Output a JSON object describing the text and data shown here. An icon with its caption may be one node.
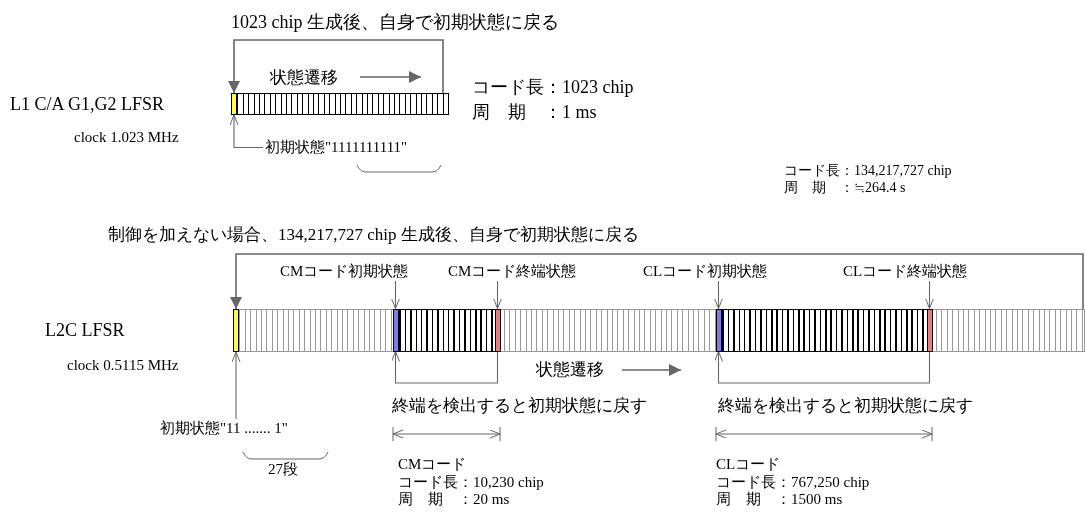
{
  "diagram": {
    "nodes": [
      {
        "text": [],
        "shape": "bar",
        "beside": [
          "L1 C/A G1,G2 LFSR",
          "clock 1.023 MHz"
        ]
      },
      {
        "text": [],
        "shape": "box",
        "in": 0
      },
      {
        "text": [
          "初期状態\"1111111111\""
        ]
      },
      {
        "text": [],
        "shape": "bar",
        "beside": [
          "L2C LFSR",
          "clock 0.5115 MHz"
        ]
      },
      {
        "text": [],
        "shape": "box",
        "in": 3
      },
      {
        "text": [],
        "shape": "box",
        "in": 3
      },
      {
        "text": [],
        "shape": "box",
        "in": 5
      },
      {
        "text": [],
        "shape": "box",
        "in": 5
      },
      {
        "text": [],
        "shape": "box",
        "in": 3
      },
      {
        "text": [],
        "shape": "box",
        "in": 8
      },
      {
        "text": [],
        "shape": "box",
        "in": 8
      },
      {
        "text": [
          "CMコード初期状態"
        ]
      },
      {
        "text": [
          "CMコード終端状態"
        ]
      },
      {
        "text": [
          "CLコード初期状態"
        ]
      },
      {
        "text": [
          "CLコード終端状態"
        ]
      },
      {
        "text": [
          "初期状態\"11 ....... 1\""
        ]
      }
    ],
    "edges": [
      {
        "from": 0,
        "to": 1,
        "arrow": "to",
        "label": "1023 chip 生成後、自身で初期状態に戻る"
      },
      {
        "from": 2,
        "to": 1,
        "arrow": "to"
      },
      {
        "from": 3,
        "to": 4,
        "arrow": "to",
        "label": "制御を加えない場合、134,217,727 chip 生成後、自身で初期状態に戻る"
      },
      {
        "from": 11,
        "to": 6,
        "arrow": "to"
      },
      {
        "from": 12,
        "to": 7,
        "arrow": "to"
      },
      {
        "from": 13,
        "to": 9,
        "arrow": "to"
      },
      {
        "from": 14,
        "to": 10,
        "arrow": "to"
      },
      {
        "from": 7,
        "to": 6,
        "arrow": "to",
        "label": "終端を検出すると初期状態に戻す"
      },
      {
        "from": 10,
        "to": 9,
        "arrow": "to",
        "label": "終端を検出すると初期状態に戻す"
      },
      {
        "from": 15,
        "to": 4,
        "arrow": "to"
      }
    ],
    "labels": [
      "状態遷移",
      "コード長：1023 chip",
      "周　期　：1 ms",
      "コード長：134,217,727 chip",
      "周　期　：≒264.4 s",
      "状態遷移",
      "27段",
      "CMコード",
      "コード長：10,230 chip",
      "周　期　：20 ms",
      "CLコード",
      "コード長：767,250 chip",
      "周　期　：1500 ms"
    ]
  }
}
